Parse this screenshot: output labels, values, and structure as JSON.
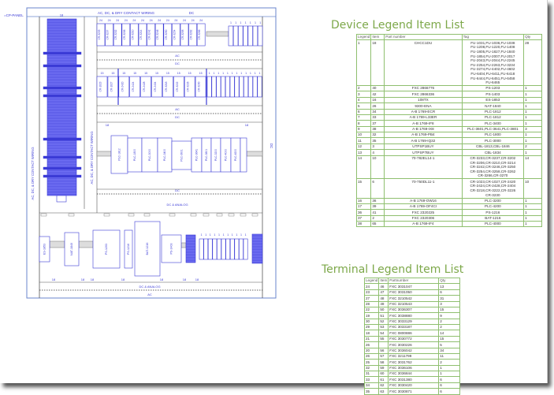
{
  "colors": {
    "drawing": "#3b3bd6",
    "fill": "#6f6ff2",
    "title": "#7da84a",
    "grid": "#8fbf6f"
  },
  "drawing": {
    "panel_tag": "=CP-PANEL",
    "top_band": "AC, DC, & DRY CONTACT WIRING",
    "top_dc": "DC",
    "left_wiring": "AC, DC, & DRY CONTACT WIRING",
    "inner_wiring": "AC, DC, & DRY CONTACT WIRING",
    "right_dc": "DC",
    "ac": "AC",
    "dc": "DC",
    "dc_analog": "DC & ANALOG",
    "row1_num": "24",
    "row2_num": "15",
    "term_num": "1",
    "wire_num": "18",
    "row1_labels": [
      "CR-3233",
      "CR-3237",
      "CR-3202",
      "CR-3206",
      "CR-3210",
      "CR-3214",
      "CR-3242",
      "CR-3246",
      "CR-3250",
      "CR-3254",
      "CR-3258",
      "CR-3262",
      "CR-3266"
    ],
    "row2_labels": [
      "CR-1023",
      "CR-1027",
      "CR-2420",
      "CR-2424",
      "CR-2428",
      "CR-2404",
      "CR-3218",
      "CR-3222",
      "CR-3226",
      "CR-3230"
    ],
    "plc_labels": [
      "PLC-1812",
      "PLC-1800",
      "PLC-3000",
      "PLC-3400",
      "PLC-3601",
      "PLC-3641",
      "PLC-3801",
      "PLC-3200",
      "PLC-4000",
      "PLC-4200"
    ],
    "power_labels": [
      "ES-1853",
      "NAT-1840",
      "PS-1203",
      "PS-1216",
      "BAT-1216",
      "PS-1403"
    ]
  },
  "device_legend": {
    "title": "Device Legend Item List",
    "headers": [
      "Legend",
      "Item",
      "Part number",
      "Tag",
      "Qty"
    ],
    "rows": [
      [
        "1",
        "18",
        "CHCC1DU",
        "FU-1031,FU-1036,FU-1038\nFU-1208,FU-1220,FU-1408\nFU-1805,FU-1827,FU-1840\nFU-1854,FU-2007,FU-2017\nFU-2043,FU-2044,FU-2245\nFU-2254,FU-2263,FU-3234\nFU-3274,FU-4402,FU-4602\nFU-6404,FU-6411,FU-6418\nFU-6444,FU-6451,FU-6458\nFU-6465",
        "28"
      ],
      [
        "2",
        "40",
        "FXC 2866776",
        "PS-1203",
        "1"
      ],
      [
        "3",
        "42",
        "FXC 2866336",
        "PS-1403",
        "1"
      ],
      [
        "4",
        "16",
        "108TX",
        "ES-1853",
        "1"
      ],
      [
        "5",
        "26",
        "9300-ENA",
        "NAT-1840",
        "1"
      ],
      [
        "6",
        "34",
        "A-B 1769-ECR",
        "PLC-1812",
        "1"
      ],
      [
        "7",
        "33",
        "A-B 1769-L33ER",
        "PLC-1812",
        "1"
      ],
      [
        "8",
        "37",
        "A-B 1769-IF8",
        "PLC-3400",
        "1"
      ],
      [
        "9",
        "38",
        "A-B 1769-IX8",
        "PLC-3601,PLC-3641,PLC-3801",
        "3"
      ],
      [
        "10",
        "32",
        "A-B 1769-PB4",
        "PLC-1800",
        "1"
      ],
      [
        "11",
        "35",
        "A-B 1769-IQ32",
        "PLC-3000",
        "1"
      ],
      [
        "12",
        "3",
        "UTPSP1BUY",
        "CBL-1813,CBL-1846",
        "2"
      ],
      [
        "13",
        "4",
        "UTPSP7BUY",
        "CBL-1834",
        "1"
      ],
      [
        "14",
        "10",
        "70-782EL14-1",
        "CR-3233,CR-3237,CR-3202\nCR-3206,CR-3210,CR-3214\nCR-3242,CR-3246,CR-3250\nCR-3254,CR-3258,CR-3262\nCR-3266,CR-3270",
        "14"
      ],
      [
        "15",
        "6",
        "70-750DL11-1",
        "CR-1023,CR-1027,CR-2420\nCR-2424,CR-2428,CR-2404\nCR-3218,CR-3222,CR-3226\nCR-3230",
        "10"
      ],
      [
        "16",
        "36",
        "A-B 1769-OW16",
        "PLC-3200",
        "1"
      ],
      [
        "17",
        "39",
        "A-B 1769-OF4CI",
        "PLC-4200",
        "1"
      ],
      [
        "36",
        "41",
        "FXC 2320225",
        "PS-1216",
        "1"
      ],
      [
        "37",
        "2",
        "FXC 2320306",
        "BAT-1216",
        "1"
      ],
      [
        "38",
        "65",
        "A-B 1769-IF4",
        "PLC-4000",
        "1"
      ]
    ]
  },
  "terminal_legend": {
    "title": "Terminal Legend Item List",
    "headers": [
      "Legend",
      "Item",
      "Partnumber",
      "Qty"
    ],
    "rows": [
      [
        "24",
        "46",
        "FXC 3031047",
        "13"
      ],
      [
        "23",
        "47",
        "FXC 3031050",
        "6"
      ],
      [
        "27",
        "48",
        "FXC 3210542",
        "31"
      ],
      [
        "28",
        "49",
        "FXC 3210543",
        "3"
      ],
      [
        "22",
        "50",
        "FXC 3036307",
        "15"
      ],
      [
        "19",
        "51",
        "FXC 3038880",
        "9"
      ],
      [
        "30",
        "52",
        "FXC 3033129",
        "2"
      ],
      [
        "29",
        "53",
        "FXC 3033187",
        "2"
      ],
      [
        "18",
        "54",
        "FXC 0800886",
        "14"
      ],
      [
        "21",
        "55",
        "FXC 3030772",
        "15"
      ],
      [
        "26",
        "",
        "FXC 3030226",
        "5"
      ],
      [
        "20",
        "56",
        "FXC 3036042",
        "34"
      ],
      [
        "26",
        "57",
        "FXC 3211799",
        "11"
      ],
      [
        "25",
        "58",
        "FXC 3031762",
        "2"
      ],
      [
        "32",
        "59",
        "FXC 3036106",
        "1"
      ],
      [
        "31",
        "60",
        "FXC 3036844",
        "1"
      ],
      [
        "33",
        "61",
        "FXC 3031380",
        "6"
      ],
      [
        "34",
        "62",
        "FXC 3030420",
        "6"
      ],
      [
        "35",
        "63",
        "FXC 3030871",
        "6"
      ]
    ]
  }
}
